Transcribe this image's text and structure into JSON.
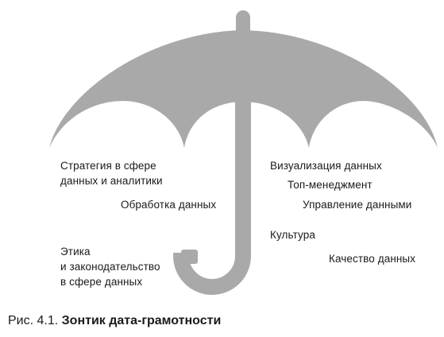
{
  "colors": {
    "umbrella": "#a9a9a9",
    "text": "#1a1a1a",
    "background": "#ffffff"
  },
  "labels": {
    "strategy": [
      "Стратегия в сфере",
      "данных и аналитики"
    ],
    "processing": "Обработка данных",
    "ethics": [
      "Этика",
      "и законодательство",
      "в сфере данных"
    ],
    "visualization": "Визуализация данных",
    "top_management": "Топ-менеджмент",
    "data_management": "Управление данными",
    "culture": "Культура",
    "data_quality": "Качество данных"
  },
  "caption": {
    "number": "Рис. 4.1.",
    "title": "Зонтик дата-грамотности"
  }
}
